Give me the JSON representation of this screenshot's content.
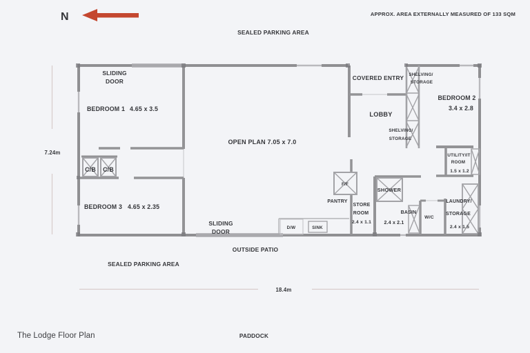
{
  "page": {
    "title": "The Lodge Floor Plan",
    "paddock": "PADDOCK",
    "approx_area": "APPROX. AREA EXTERNALLY MEASURED OF 133 SQM",
    "north_label": "N"
  },
  "surroundings": {
    "sealed_parking_top": "SEALED PARKING AREA",
    "sealed_parking_bottom": "SEALED PARKING AREA",
    "outside_patio": "OUTSIDE PATIO"
  },
  "dimensions": {
    "overall_width": "18.4m",
    "overall_height": "7.24m"
  },
  "rooms": {
    "bedroom1": {
      "name": "BEDROOM 1",
      "size": "4.65 x 3.5"
    },
    "bedroom2": {
      "name": "BEDROOM 2",
      "size": "3.4 x 2.8"
    },
    "bedroom3": {
      "name": "BEDROOM 3",
      "size": "4.65 x 2.35"
    },
    "open_plan": {
      "label": "OPEN PLAN 7.05 x 7.0"
    },
    "covered_entry": {
      "label": "COVERED ENTRY"
    },
    "lobby": {
      "label": "LOBBY"
    },
    "utility": {
      "line1": "UTILITY/IT",
      "line2": "ROOM",
      "size": "1.5 x 1.2"
    },
    "laundry": {
      "line1": "LAUNDRY/",
      "line2": "STORAGE",
      "size": "2.4 x 1.5"
    },
    "store_room": {
      "line1": "STORE",
      "line2": "ROOM",
      "size": "2.4 x 1.1"
    },
    "shower": {
      "label": "SHOWER"
    },
    "basin": {
      "label": "BASIN"
    },
    "bath": {
      "size": "2.4 x 2.1"
    },
    "wc": {
      "label": "W/C"
    },
    "pantry": {
      "label": "PANTRY"
    }
  },
  "features": {
    "sliding_door_top": {
      "line1": "SLIDING",
      "line2": "DOOR"
    },
    "sliding_door_bottom": {
      "line1": "SLIDING",
      "line2": "DOOR"
    },
    "shelving_top": {
      "line1": "SHELVING/",
      "line2": "STORAGE"
    },
    "shelving_mid": {
      "line1": "SHELVING/",
      "line2": "STORAGE"
    },
    "cupboard1": "C/B",
    "cupboard2": "C/B",
    "dishwasher": "D/W",
    "sink": "SINK",
    "fridge_freezer": "F/F"
  },
  "colors": {
    "paper": "#f3f4f7",
    "wall": "#8f8f92",
    "wall_light": "#b9b9bd",
    "text": "#35363a",
    "north_arrow": "#c4472f",
    "dimension_line": "#d8cbcb"
  }
}
